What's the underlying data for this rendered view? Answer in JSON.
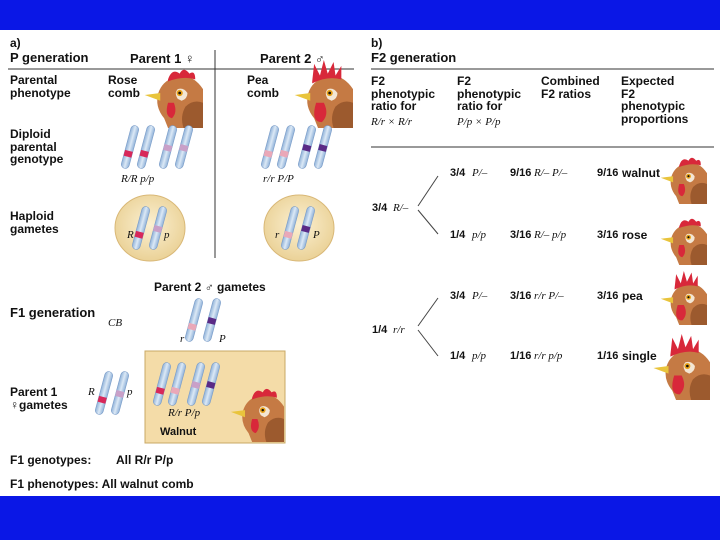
{
  "panel_a": {
    "label": "a)",
    "row_p_generation": "P generation",
    "parent1_header": "Parent 1 ♀",
    "parent2_header": "Parent 2 ♂",
    "row_parental_phenotype": "Parental\nphenotype",
    "parent1_phenotype": "Rose\ncomb",
    "parent2_phenotype": "Pea\ncomb",
    "row_diploid": "Diploid\nparental\ngenotype",
    "parent1_genotype": "R/R  p/p",
    "parent2_genotype": "r/r  P/P",
    "row_haploid": "Haploid\ngametes",
    "gamete1_alleles": [
      "R",
      "p"
    ],
    "gamete2_alleles": [
      "r",
      "P"
    ],
    "parent2_gametes_header": "Parent 2 ♂ gametes",
    "row_f1_generation": "F1 generation",
    "cb_label": "CB",
    "parent1_gametes_label": "Parent 1\n♀gametes",
    "p2_gamete_alleles": [
      "r",
      "P"
    ],
    "p1_gamete_alleles": [
      "R",
      "p"
    ],
    "f1_box_genotype": "R/r  P/p",
    "f1_box_phenotype": "Walnut",
    "f1_genotypes_label": "F1 genotypes:",
    "f1_genotypes_value": "All R/r  P/p",
    "f1_phenotypes": "F1 phenotypes: All walnut comb"
  },
  "panel_b": {
    "label": "b)",
    "title": "F2 generation",
    "col1": "F2\nphenotypic\nratio for",
    "col1_cross": "R/r × R/r",
    "col2": "F2\nphenotypic\nratio for",
    "col2_cross": "P/p × P/p",
    "col3": "Combined\nF2 ratios",
    "col4": "Expected\nF2\nphenotypic\nproportions",
    "branches": [
      {
        "fraction": "3/4",
        "genotype": "R/–"
      },
      {
        "fraction": "1/4",
        "genotype": "r/r"
      }
    ],
    "rows": [
      {
        "sub_fraction": "3/4",
        "sub_genotype": "P/–",
        "combined_fraction": "9/16",
        "combined_genotype": "R/–  P/–",
        "expected_fraction": "9/16",
        "phenotype": "walnut"
      },
      {
        "sub_fraction": "1/4",
        "sub_genotype": "p/p",
        "combined_fraction": "3/16",
        "combined_genotype": "R/–  p/p",
        "expected_fraction": "3/16",
        "phenotype": "rose"
      },
      {
        "sub_fraction": "3/4",
        "sub_genotype": "P/–",
        "combined_fraction": "3/16",
        "combined_genotype": "r/r  P/–",
        "expected_fraction": "3/16",
        "phenotype": "pea"
      },
      {
        "sub_fraction": "1/4",
        "sub_genotype": "p/p",
        "combined_fraction": "1/16",
        "combined_genotype": "r/r  p/p",
        "expected_fraction": "1/16",
        "phenotype": "single"
      }
    ]
  },
  "colors": {
    "background_frame": "#0a17e6",
    "gamete_bubble": "#f2e0b0",
    "f1_box": "#f4dca8",
    "chromosome_light": "#b9d0ea",
    "chromosome_band_red": "#d8285a",
    "chromosome_band_purple": "#5a2a86"
  }
}
